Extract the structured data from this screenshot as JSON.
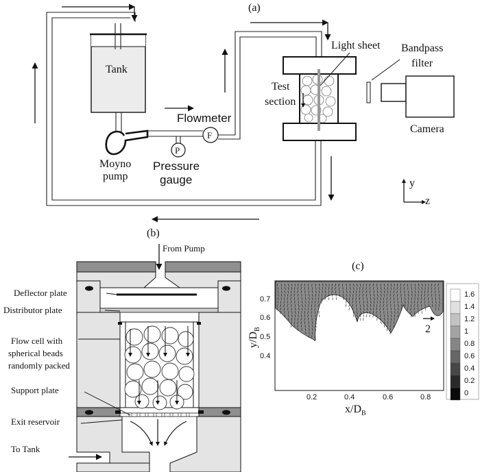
{
  "panel_a": {
    "label": "(a)",
    "tank": "Tank",
    "pump": [
      "Moyno",
      "pump"
    ],
    "pressure_gauge": [
      "Pressure",
      "gauge"
    ],
    "pressure_symbol": "P",
    "flowmeter": "Flowmeter",
    "flowmeter_symbol": "F",
    "test_section": [
      "Test",
      "section"
    ],
    "light_sheet": "Light sheet",
    "bandpass_filter": [
      "Bandpass",
      "filter"
    ],
    "camera": "Camera",
    "axis_y": "y",
    "axis_z": "z"
  },
  "panel_b": {
    "label": "(b)",
    "from_pump": "From Pump",
    "deflector_plate": "Deflector plate",
    "distributor_plate": "Distributor plate",
    "flow_cell": [
      "Flow cell with",
      "spherical beads",
      "randomly packed"
    ],
    "support_plate": "Support plate",
    "exit_reservoir": "Exit reservoir",
    "to_tank": "To Tank"
  },
  "panel_c": {
    "label": "(c)",
    "xlabel": "x/D",
    "xlabel_sub": "B",
    "ylabel": "y/D",
    "ylabel_sub": "B",
    "xticks": [
      "0.2",
      "0.4",
      "0.6",
      "0.8"
    ],
    "yticks": [
      "0.7",
      "0.6",
      "0.5",
      "0.4"
    ],
    "reference_vector": "2",
    "colorbar": [
      "1.6",
      "1.4",
      "1.2",
      "1",
      "0.8",
      "0.6",
      "0.4",
      "0.2",
      "0"
    ]
  }
}
